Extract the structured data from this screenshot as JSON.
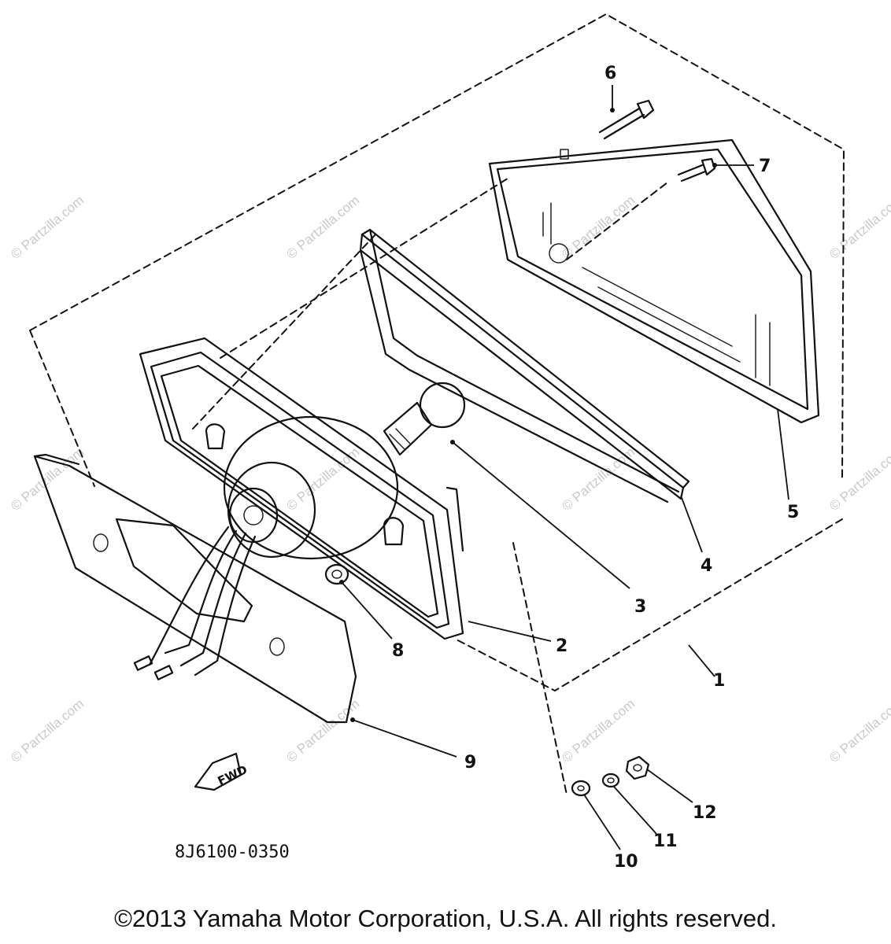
{
  "diagram": {
    "part_code": "8J6100-0350",
    "fwd_label": "FWD",
    "callouts": [
      "1",
      "2",
      "3",
      "4",
      "5",
      "6",
      "7",
      "8",
      "9",
      "10",
      "11",
      "12"
    ]
  },
  "watermark": "© Partzilla.com",
  "copyright": "©2013 Yamaha Motor Corporation, U.S.A. All rights reserved."
}
